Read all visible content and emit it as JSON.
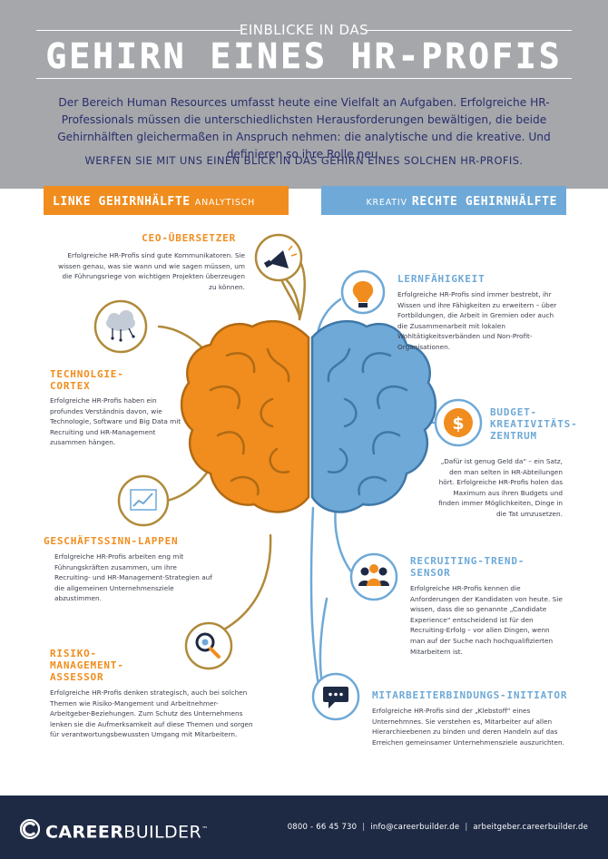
{
  "header": {
    "pre_title": "EINBLICKE IN DAS",
    "title": "GEHIRN EINES HR-PROFIS",
    "intro": "Der Bereich Human Resources umfasst heute eine Vielfalt an Aufgaben. Erfolgreiche HR-Professionals müssen die unterschiedlichsten Herausforderungen bewältigen, die beide Gehirnhälften gleichermaßen in Anspruch nehmen: die analytische und die kreative. Und definieren so ihre Rolle neu.",
    "cta": "WERFEN SIE MIT UNS EINEN BLICK IN DAS GEHIRN EINES SOLCHEN HR-PROFIS."
  },
  "left_banner": {
    "title": "LINKE GEHIRNHÄLFTE",
    "sub": "ANALYTISCH"
  },
  "right_banner": {
    "sub": "KREATIV",
    "title": "RECHTE GEHIRNHÄLFTE"
  },
  "left_sections": [
    {
      "title": "CEO-ÜBERSETZER",
      "text": "Erfolgreiche HR-Profis sind gute Kommunikatoren. Sie wissen genau, was sie wann und wie sagen müssen, um die Führungsriege von wichtigen Projekten überzeugen zu können."
    },
    {
      "title_line1": "TECHNOLGIE-",
      "title_line2": "CORTEX",
      "text": "Erfolgreiche HR-Profis haben ein profundes Verständnis davon, wie Technologie, Software und Big Data mit Recruiting und HR-Management zusammen hängen."
    },
    {
      "title": "GESCHÄFTSSINN-LAPPEN",
      "text": "Erfolgreiche HR-Profis arbeiten eng mit Führungskräften zusammen, um ihre Recruiting- und HR-Management-Strategien auf die allgemeinen Unternehmensziele abzustimmen."
    },
    {
      "title_line1": "RISIKO-",
      "title_line2": "MANAGEMENT-",
      "title_line3": "ASSESSOR",
      "text": "Erfolgreiche HR-Profis denken strategisch, auch bei solchen Themen wie Risiko-Mangement und Arbeitnehmer-Arbeitgeber-Beziehungen. Zum Schutz des Unternehmens lenken sie die Aufmerksamkeit auf diese Themen und sorgen für verantwortungsbewussten Umgang mit Mitarbeitern."
    }
  ],
  "right_sections": [
    {
      "title": "LERNFÄHIGKEIT",
      "text": "Erfolgreiche HR-Profis sind immer bestrebt, ihr Wissen und ihre Fähigkeiten zu erweitern – über Fortbildungen, die Arbeit in Gremien oder auch die Zusammenarbeit mit lokalen Wohltätigkeitsverbänden und Non-Profit-Organisationen."
    },
    {
      "title_line1": "BUDGET-",
      "title_line2": "KREATIVITÄTS-",
      "title_line3": "ZENTRUM",
      "text": "„Dafür ist genug Geld da“ – ein Satz, den man selten in HR-Abteilungen hört. Erfolgreiche HR-Profis holen das Maximum aus ihren Budgets und finden immer Möglichkeiten, Dinge in die Tat umzusetzen."
    },
    {
      "title_line1": "RECRUITING-TREND-",
      "title_line2": "SENSOR",
      "text": "Erfolgreiche HR-Profis kennen die Anforderungen der Kandidaten von heute. Sie wissen, dass die so genannte „Candidate Experience“ entscheidend ist für den Recruiting-Erfolg – vor allen Dingen, wenn man auf der Suche nach hochqualifizierten Mitarbeitern ist."
    },
    {
      "title": "MITARBEITERBINDUNGS-INITIATOR",
      "text": "Erfolgreiche HR-Profis sind der „Klebstoff“ eines Unternehmnes. Sie verstehen es, Mitarbeiter auf allen Hierarchieebenen zu binden und deren Handeln auf das Erreichen gemeinsamer Unternehmensziele auszurichten."
    }
  ],
  "icons": {
    "left": [
      "megaphone-icon",
      "cloud-network-icon",
      "growth-chart-icon",
      "magnifier-gear-icon"
    ],
    "right": [
      "lightbulb-icon",
      "dollar-coin-icon",
      "people-group-icon",
      "chat-bubble-icon"
    ]
  },
  "footer": {
    "logo_bold": "CAREER",
    "logo_light": "BUILDER",
    "trademark": "™",
    "phone": "0800 - 66 45 730",
    "email": "info@careerbuilder.de",
    "website": "arbeitgeber.careerbuilder.de"
  },
  "colors": {
    "orange": "#f08d1e",
    "blue": "#6ea9d7",
    "header_gray": "#a5a7ab",
    "line_brown": "#b08a3a",
    "line_blue": "#6ea9d7",
    "navy": "#1e2a44",
    "text_dark": "#3b3f4c"
  }
}
